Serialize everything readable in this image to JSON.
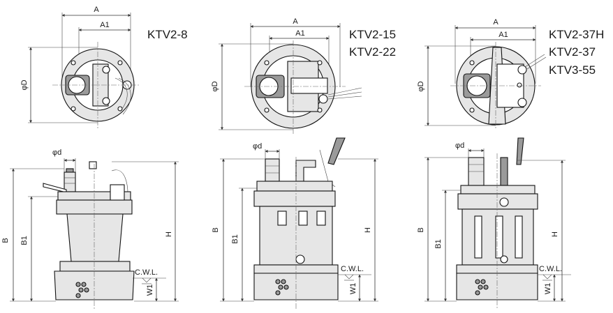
{
  "dimension_labels": {
    "a": "A",
    "a1": "A1",
    "phi_D": "φD",
    "phi_d": "φd",
    "b": "B",
    "b1": "B1",
    "h": "H",
    "cwl": "C.W.L.",
    "w1": "W1"
  },
  "models": {
    "group1": [
      "KTV2-8"
    ],
    "group2": [
      "KTV2-15",
      "KTV2-22"
    ],
    "group3": [
      "KTV2-37H",
      "KTV2-37",
      "KTV3-55"
    ]
  },
  "colors": {
    "line": "#111111",
    "fill": "#e6e6e6",
    "shade": "#9a9a9a"
  }
}
